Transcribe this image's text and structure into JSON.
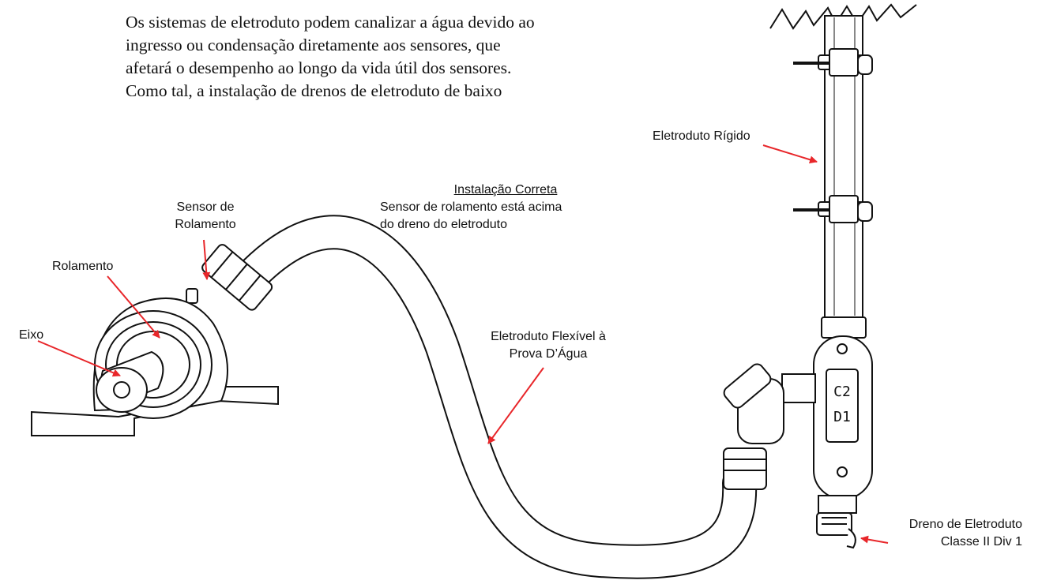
{
  "paragraph": [
    "Os sistemas de eletroduto podem canalizar a água devido ao",
    "ingresso ou condensação diretamente aos sensores, que",
    "afetará o desempenho ao longo da vida útil dos sensores.",
    "Como tal, a instalação de drenos de eletroduto de baixo"
  ],
  "labels": {
    "rigid": "Eletroduto Rígido",
    "correct_title": "Instalação Correta",
    "correct_line1": "Sensor de rolamento está acima",
    "correct_line2": "do dreno do eletroduto",
    "sensor_line1": "Sensor de",
    "sensor_line2": "Rolamento",
    "bearing": "Rolamento",
    "shaft": "Eixo",
    "flex_line1": "Eletroduto Flexível à",
    "flex_line2": "Prova D’Água",
    "drain_line1": "Dreno de Eletroduto",
    "drain_line2": "Classe II Div 1"
  },
  "box_marking": {
    "line1": "C2",
    "line2": "D1"
  },
  "colors": {
    "arrow": "#e8262a",
    "ink": "#111111"
  }
}
